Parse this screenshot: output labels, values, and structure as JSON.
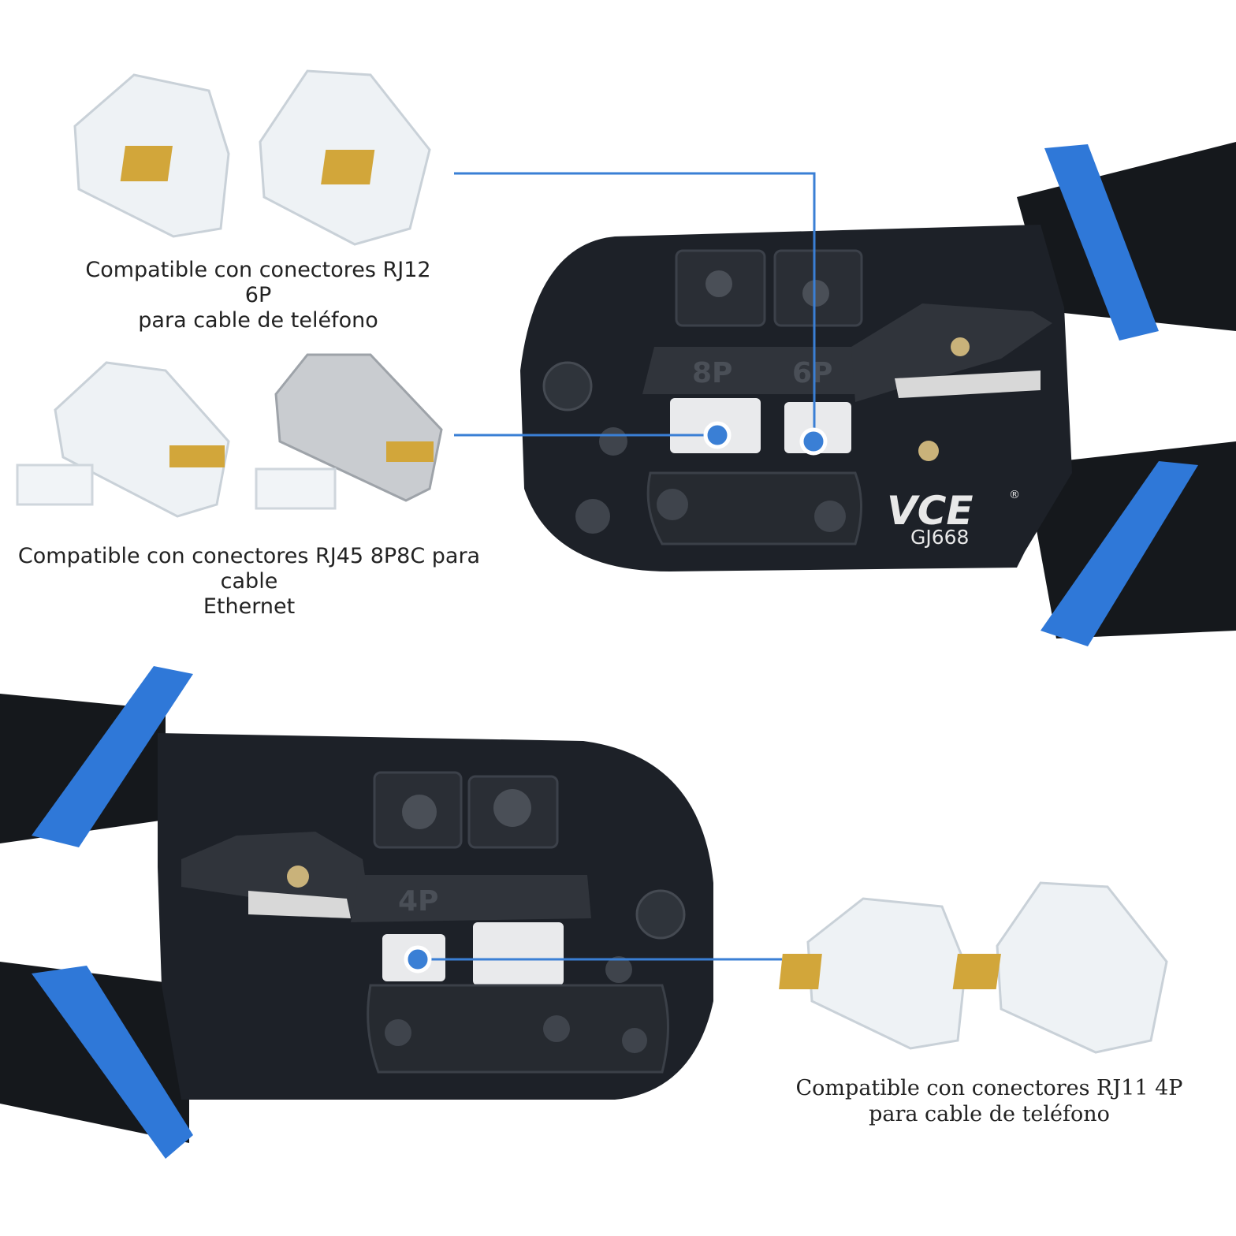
{
  "captions": {
    "rj12": {
      "line1": "Compatible con conectores RJ12 6P",
      "line2": "para cable de teléfono"
    },
    "rj45": {
      "line1": "Compatible con conectores RJ45 8P8C para cable",
      "line2": "Ethernet"
    },
    "rj11": {
      "line1": "Compatible con conectores RJ11 4P",
      "line2": "para cable de teléfono"
    }
  },
  "tool": {
    "brand": "VCE",
    "registered": "®",
    "model": "GJ668",
    "die_8p": "8P",
    "die_6p": "6P",
    "die_4p": "4P"
  },
  "colors": {
    "accent_blue": "#3a7fd5",
    "handle_blue": "#2f78d8",
    "tool_body": "#1d2128",
    "handle_black": "#15181c",
    "gold_pins": "#d2a63a"
  }
}
